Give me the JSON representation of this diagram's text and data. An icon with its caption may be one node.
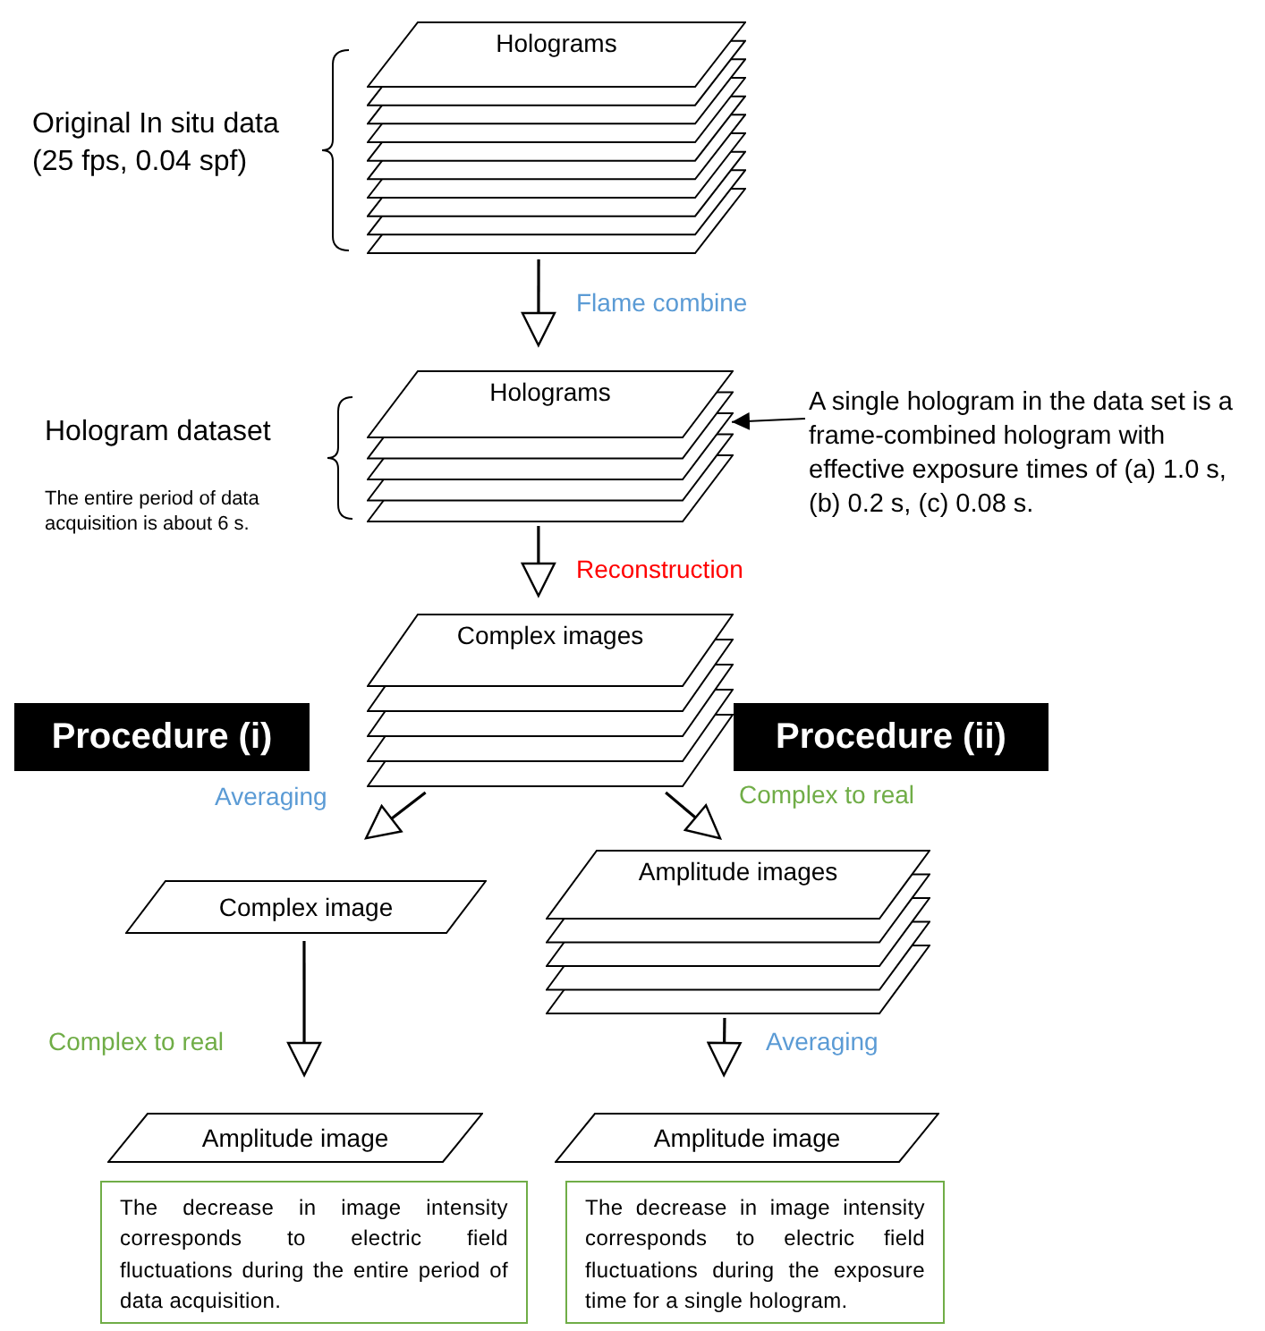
{
  "diagram": {
    "nodes": [
      {
        "text": [
          "Holograms"
        ],
        "beside": [
          "Original In situ data (25 fps, 0.04 spf)"
        ]
      },
      {
        "text": [
          "Holograms"
        ],
        "beside": [
          "Hologram dataset",
          "The entire period of data acquisition is about 6 s."
        ]
      },
      {
        "text": [
          "A single hologram in the data set is a frame-combined hologram with effective exposure times of (a) 1.0 s, (b) 0.2 s, (c) 0.08 s."
        ]
      },
      {
        "text": [
          "Complex images"
        ]
      },
      {
        "text": [
          "Procedure (i)"
        ]
      },
      {
        "text": [
          "Procedure (ii)"
        ]
      },
      {
        "text": [
          "Complex image"
        ]
      },
      {
        "text": [
          "Amplitude images"
        ]
      },
      {
        "text": [
          "Amplitude image"
        ]
      },
      {
        "text": [
          "Amplitude image"
        ]
      },
      {
        "text": [
          "The decrease in image intensity corresponds to electric field fluctuations during the entire period of data acquisition."
        ]
      },
      {
        "text": [
          "The decrease in image intensity corresponds to electric field fluctuations during the exposure time for a single hologram."
        ]
      }
    ],
    "edges": [
      {
        "from": 0,
        "to": 1,
        "arrow": "to",
        "label": "Flame combine"
      },
      {
        "from": 1,
        "to": 3,
        "arrow": "to",
        "label": "Reconstruction"
      },
      {
        "from": 3,
        "to": 6,
        "arrow": "to",
        "label": "Averaging"
      },
      {
        "from": 3,
        "to": 7,
        "arrow": "to",
        "label": "Complex to real"
      },
      {
        "from": 6,
        "to": 8,
        "arrow": "to",
        "label": "Complex to real"
      },
      {
        "from": 7,
        "to": 9,
        "arrow": "to",
        "label": "Averaging"
      },
      {
        "from": 2,
        "to": 1,
        "arrow": "to"
      }
    ]
  }
}
